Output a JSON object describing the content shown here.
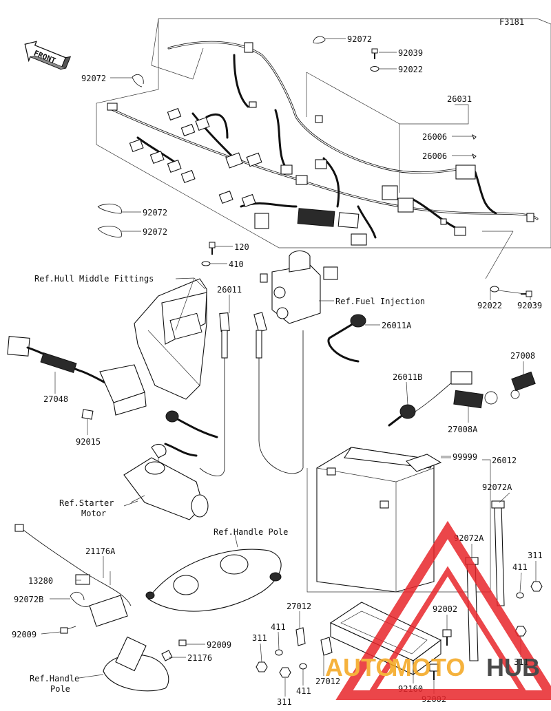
{
  "diagram": {
    "code": "F3181",
    "front_label": "FRONT",
    "parts": [
      {
        "id": "p-92072-a",
        "text": "92072"
      },
      {
        "id": "p-92039-a",
        "text": "92039"
      },
      {
        "id": "p-92022-a",
        "text": "92022"
      },
      {
        "id": "p-92072-b",
        "text": "92072"
      },
      {
        "id": "p-26031",
        "text": "26031"
      },
      {
        "id": "p-26006-a",
        "text": "26006"
      },
      {
        "id": "p-26006-b",
        "text": "26006"
      },
      {
        "id": "p-92072-c",
        "text": "92072"
      },
      {
        "id": "p-92072-d",
        "text": "92072"
      },
      {
        "id": "p-120",
        "text": "120"
      },
      {
        "id": "p-410",
        "text": "410"
      },
      {
        "id": "p-26011",
        "text": "26011"
      },
      {
        "id": "p-26011a",
        "text": "26011A"
      },
      {
        "id": "p-92022-b",
        "text": "92022"
      },
      {
        "id": "p-92039-b",
        "text": "92039"
      },
      {
        "id": "p-27008",
        "text": "27008"
      },
      {
        "id": "p-26011b",
        "text": "26011B"
      },
      {
        "id": "p-27048",
        "text": "27048"
      },
      {
        "id": "p-27008a",
        "text": "27008A"
      },
      {
        "id": "p-92015",
        "text": "92015"
      },
      {
        "id": "p-99999",
        "text": "99999"
      },
      {
        "id": "p-26012",
        "text": "26012"
      },
      {
        "id": "p-92072a-a",
        "text": "92072A"
      },
      {
        "id": "p-21176a",
        "text": "21176A"
      },
      {
        "id": "p-92072a-b",
        "text": "92072A"
      },
      {
        "id": "p-311-a",
        "text": "311"
      },
      {
        "id": "p-13280",
        "text": "13280"
      },
      {
        "id": "p-411-a",
        "text": "411"
      },
      {
        "id": "p-92072b",
        "text": "92072B"
      },
      {
        "id": "p-92002-a",
        "text": "92002"
      },
      {
        "id": "p-27012-a",
        "text": "27012"
      },
      {
        "id": "p-92009-a",
        "text": "92009"
      },
      {
        "id": "p-311-b",
        "text": "311"
      },
      {
        "id": "p-411-b",
        "text": "411"
      },
      {
        "id": "p-92009-b",
        "text": "92009"
      },
      {
        "id": "p-21176",
        "text": "21176"
      },
      {
        "id": "p-311-c",
        "text": "311"
      },
      {
        "id": "p-411-c",
        "text": "411"
      },
      {
        "id": "p-27012-b",
        "text": "27012"
      },
      {
        "id": "p-92160",
        "text": "92160"
      },
      {
        "id": "p-92002-b",
        "text": "92002"
      },
      {
        "id": "p-311-d",
        "text": "311"
      }
    ],
    "refs": [
      {
        "id": "r-hull",
        "text": "Ref.Hull Middle Fittings"
      },
      {
        "id": "r-fuel",
        "text": "Ref.Fuel Injection"
      },
      {
        "id": "r-starter-1",
        "text": "Ref.Starter"
      },
      {
        "id": "r-starter-2",
        "text": "Motor"
      },
      {
        "id": "r-handle-top",
        "text": "Ref.Handle Pole"
      },
      {
        "id": "r-handle-1",
        "text": "Ref.Handle"
      },
      {
        "id": "r-handle-2",
        "text": "Pole"
      }
    ],
    "watermark": {
      "part1": "AUTO",
      "part2": "MOTO",
      "part3": "HUB",
      "color_red": "#e8262b",
      "color_yellow": "#f4a51c",
      "color_dark": "#2b2b2b"
    }
  }
}
